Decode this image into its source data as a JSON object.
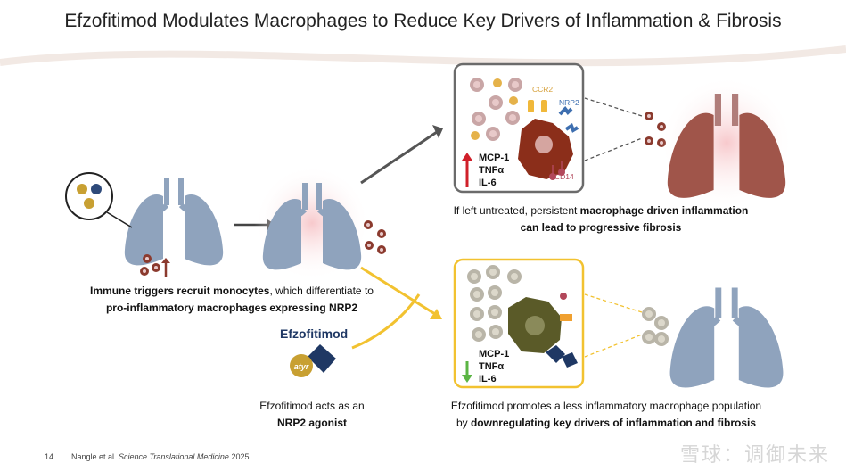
{
  "title": "Efzofitimod Modulates Macrophages to Reduce Key Drivers of Inflammation & Fibrosis",
  "left_caption": {
    "bold": "Immune triggers recruit monocytes",
    "rest": ", which differentiate to",
    "line2": "pro-inflammatory macrophages expressing NRP2"
  },
  "drug": {
    "name": "Efzofitimod",
    "logo_text": "atyr",
    "caption_line1": "Efzofitimod acts as an",
    "caption_line2": "NRP2 agonist"
  },
  "top_box": {
    "receptors": [
      "CCR2",
      "NRP2",
      "CD14"
    ],
    "cytokines": [
      "MCP-1",
      "TNFα",
      "IL-6"
    ],
    "direction": "up",
    "arrow_color": "#d0202a",
    "border_color": "#6b6b6b"
  },
  "top_caption": {
    "pre": "If left untreated, persistent ",
    "bold": "macrophage driven inflammation",
    "line2": "can lead to progressive fibrosis"
  },
  "bottom_box": {
    "cytokines": [
      "MCP-1",
      "TNFα",
      "IL-6"
    ],
    "direction": "down",
    "arrow_color": "#5bb544",
    "border_color": "#f2c230"
  },
  "bottom_caption": {
    "line1": "Efzofitimod promotes a less inflammatory macrophage population",
    "pre2": "by ",
    "bold2": "downregulating key drivers of inflammation and fibrosis"
  },
  "footer": {
    "page": "14",
    "citation_pre": "Nangle et al. ",
    "journal": "Science Translational Medicine",
    "year": " 2025"
  },
  "watermark": "雪球：调御未来"
}
